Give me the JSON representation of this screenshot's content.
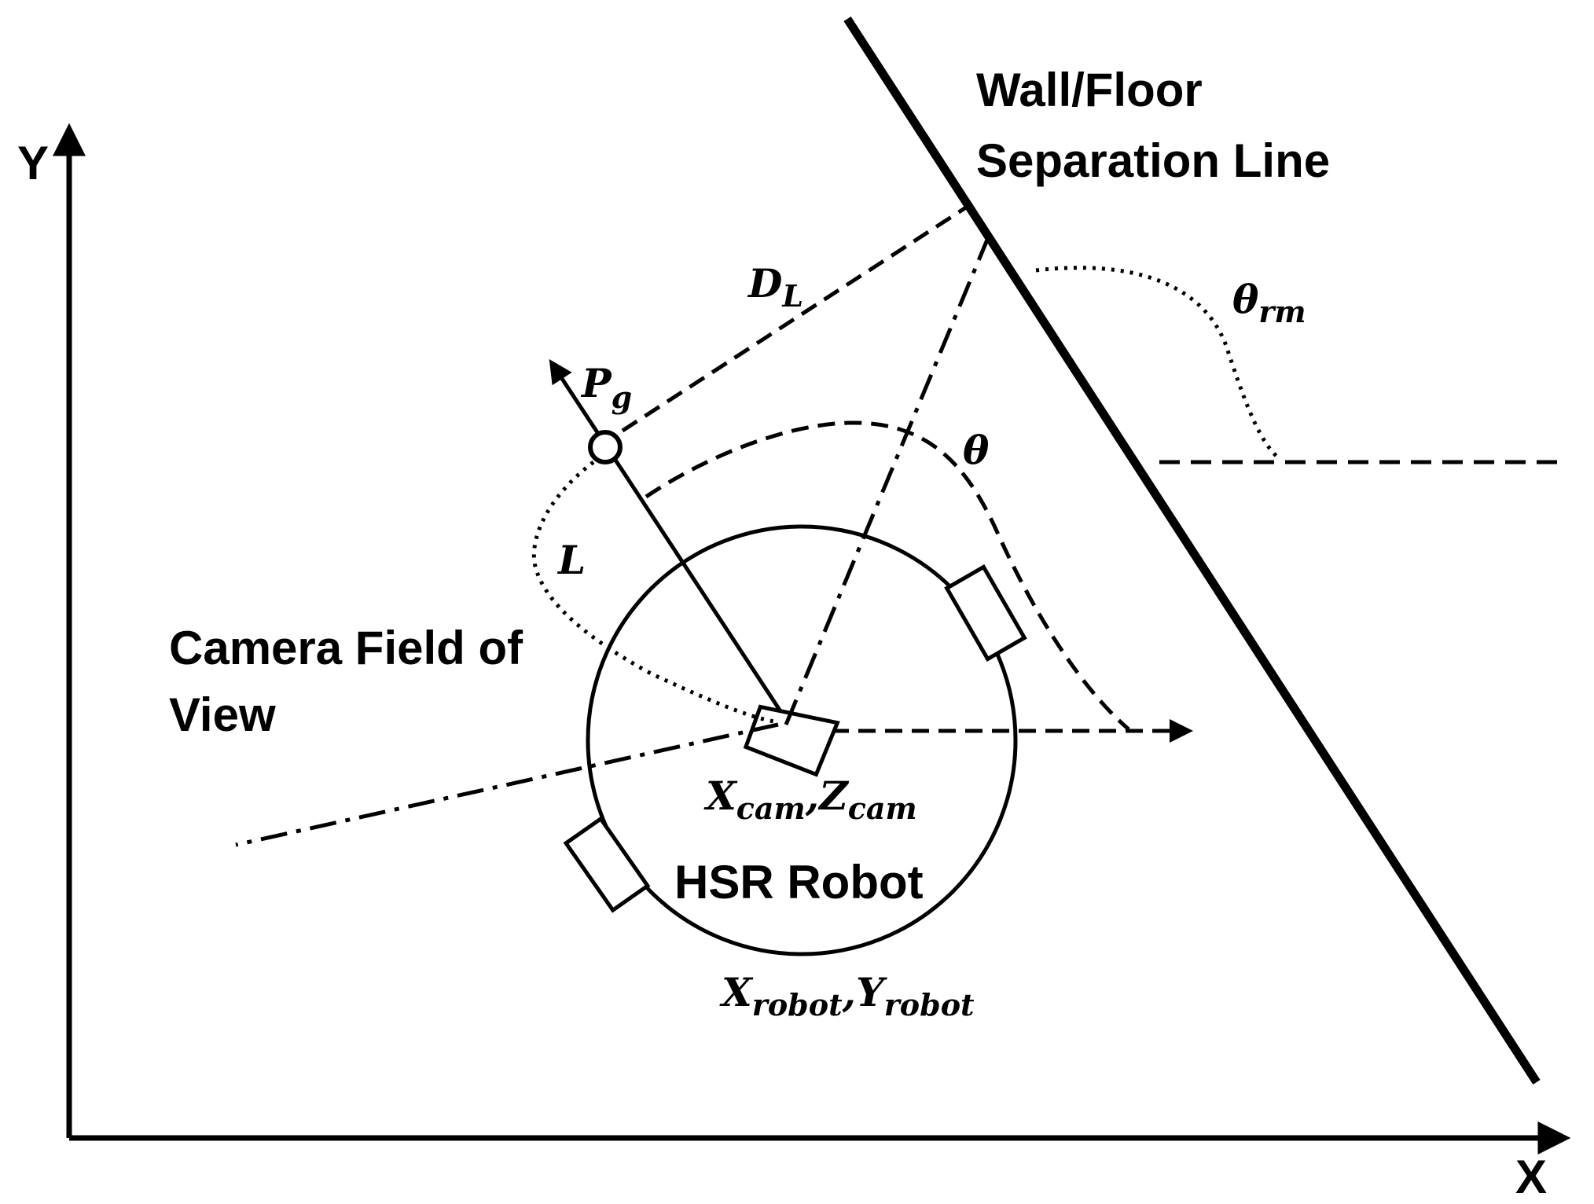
{
  "labels": {
    "axis_y": "Y",
    "axis_x": "X",
    "wall_line_1": "Wall/Floor",
    "wall_line_2": "Separation Line",
    "camera_fov_1": "Camera Field of",
    "camera_fov_2": "View",
    "robot": "HSR Robot",
    "dl_main": "D",
    "dl_sub": "L",
    "pg_main": "P",
    "pg_sub": "g",
    "theta": "θ",
    "theta_rm_main": "θ",
    "theta_rm_sub": "rm",
    "l_label": "L",
    "xcam_main": "X",
    "xcam_sub": "cam",
    "comma_1": ",",
    "zcam_main": "Z",
    "zcam_sub": "cam",
    "xrobot_main": "X",
    "xrobot_sub": "robot",
    "comma_2": ",",
    "yrobot_main": "Y",
    "yrobot_sub": "robot"
  },
  "colors": {
    "stroke": "#000000",
    "background": "#ffffff"
  }
}
